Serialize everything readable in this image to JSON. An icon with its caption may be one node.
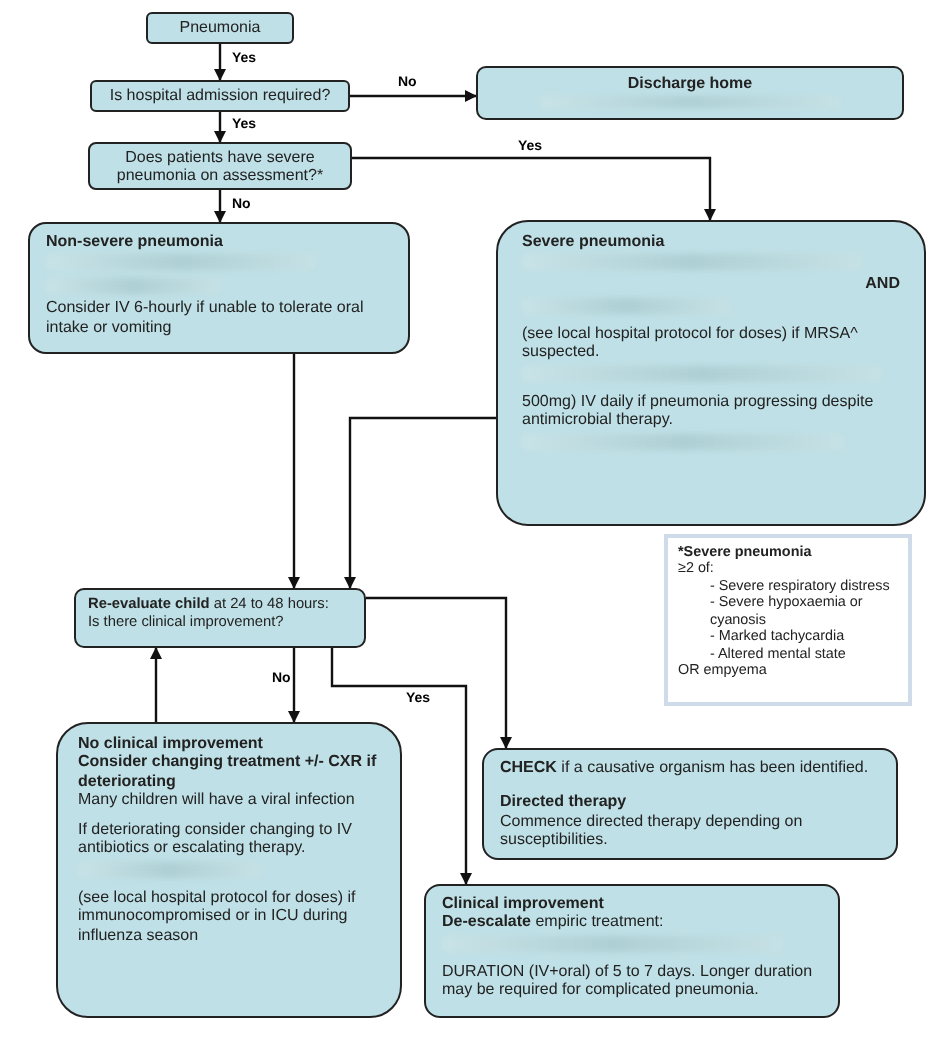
{
  "diagram": {
    "nodes": [
      {
        "text": [
          "Pneumonia"
        ]
      },
      {
        "text": [
          "Is hospital admission required?"
        ]
      },
      {
        "text": [
          "Discharge home"
        ]
      },
      {
        "text": [
          "Does patients have severe pneumonia on assessment?*"
        ]
      },
      {
        "text": [
          "Non-severe pneumonia",
          "Consider IV 6-hourly if unable to tolerate oral intake or vomiting"
        ]
      },
      {
        "text": [
          "Severe pneumonia",
          "AND",
          "(see local hospital protocol for doses) if MRSA^ suspected.",
          "500mg) IV daily if pneumonia progressing despite antimicrobial therapy."
        ]
      },
      {
        "text": [
          "**Re-evaluate child** at 24 to 48 hours:",
          "Is there clinical improvement?"
        ]
      },
      {
        "text": [
          "No clinical improvement",
          "Consider changing treatment +/- CXR if deteriorating",
          "Many children will have a viral infection",
          "If deteriorating consider changing to IV antibiotics or escalating therapy.",
          "(see local hospital protocol for doses) if immunocompromised or in ICU during influenza season"
        ]
      },
      {
        "text": [
          "**CHECK** if a causative organism has been identified.",
          "Directed therapy",
          "Commence directed therapy depending on susceptibilities."
        ]
      },
      {
        "text": [
          "Clinical improvement",
          "**De-escalate** empiric treatment:",
          "DURATION (IV+oral) of 5 to 7 days. Longer duration may be required for complicated pneumonia."
        ]
      },
      {
        "text": [
          "*Severe pneumonia",
          "≥2 of:",
          "- Severe respiratory distress",
          "- Severe hypoxaemia or cyanosis",
          "- Marked tachycardia",
          "- Altered mental state",
          "OR empyema"
        ]
      }
    ],
    "edges": [
      {
        "from": 0,
        "to": 1,
        "arrow": "to",
        "label": "Yes"
      },
      {
        "from": 1,
        "to": 2,
        "arrow": "to",
        "label": "No"
      },
      {
        "from": 1,
        "to": 3,
        "arrow": "to",
        "label": "Yes"
      },
      {
        "from": 3,
        "to": 5,
        "arrow": "to",
        "label": "Yes"
      },
      {
        "from": 3,
        "to": 4,
        "arrow": "to",
        "label": "No"
      },
      {
        "from": 4,
        "to": 6,
        "arrow": "to"
      },
      {
        "from": 5,
        "to": 6,
        "arrow": "to"
      },
      {
        "from": 6,
        "to": 7,
        "arrow": "to",
        "label": "No"
      },
      {
        "from": 6,
        "to": 9,
        "arrow": "to",
        "label": "Yes"
      },
      {
        "from": 6,
        "to": 8,
        "arrow": "to"
      },
      {
        "from": 7,
        "to": 6,
        "arrow": "to"
      }
    ]
  }
}
